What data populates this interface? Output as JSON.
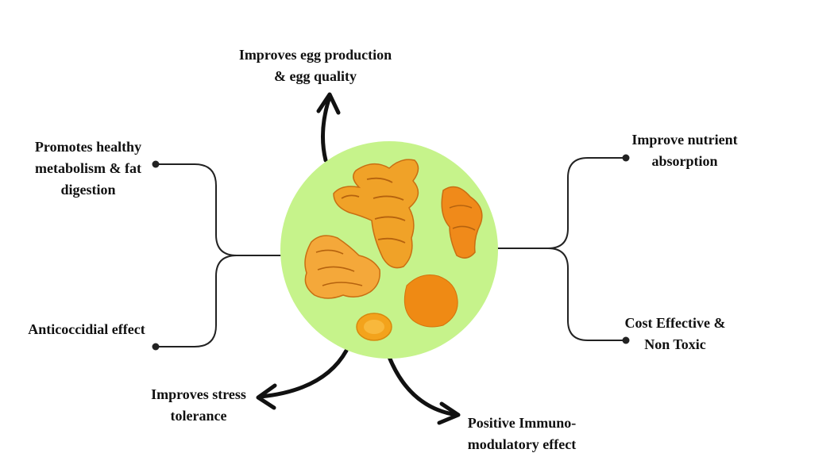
{
  "colors": {
    "circle_fill": "#c6f38b",
    "line": "#222222",
    "arrow": "#111111",
    "text": "#111111",
    "turmeric_orange": "#f0a228",
    "turmeric_dark": "#c96e12",
    "turmeric_powder": "#ef8a14"
  },
  "center": {
    "image_description_icon": "turmeric-roots-icon"
  },
  "nodes": {
    "egg": {
      "line1": "Improves egg production",
      "line2": "& egg quality"
    },
    "metabolism": {
      "line1": "Promotes healthy",
      "line2": "metabolism & fat",
      "line3": "digestion"
    },
    "anticoccidial": {
      "line1": "Anticoccidial effect"
    },
    "nutrient": {
      "line1": "Improve nutrient",
      "line2": "absorption"
    },
    "cost": {
      "line1": "Cost Effective &",
      "line2": "Non Toxic"
    },
    "stress": {
      "line1": "Improves stress",
      "line2": "tolerance"
    },
    "immuno": {
      "line1": "Positive Immuno-",
      "line2": "modulatory effect"
    }
  }
}
